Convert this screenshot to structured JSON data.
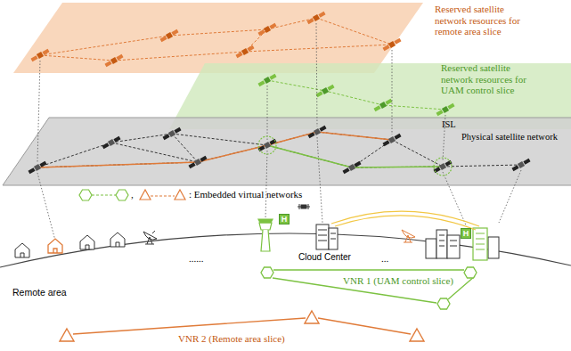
{
  "diagram": {
    "nodes": [
      {
        "text": [
          "Reserved satellite network resources for remote area slice"
        ]
      },
      {
        "text": [
          "Reserved satellite network resources for UAM control slice"
        ]
      },
      {
        "text": [
          "Physical satellite network"
        ]
      },
      {
        "text": [
          "H"
        ]
      },
      {
        "text": [
          "H"
        ]
      }
    ],
    "labels": [
      "ISL",
      ",",
      "Remote area",
      "......",
      "Cloud Center",
      "...",
      "VNR 1 (UAM control slice)",
      "VNR 2 (Remote area slice)"
    ],
    "legend": [
      {
        "text": ": Embedded virtual networks"
      }
    ]
  }
}
